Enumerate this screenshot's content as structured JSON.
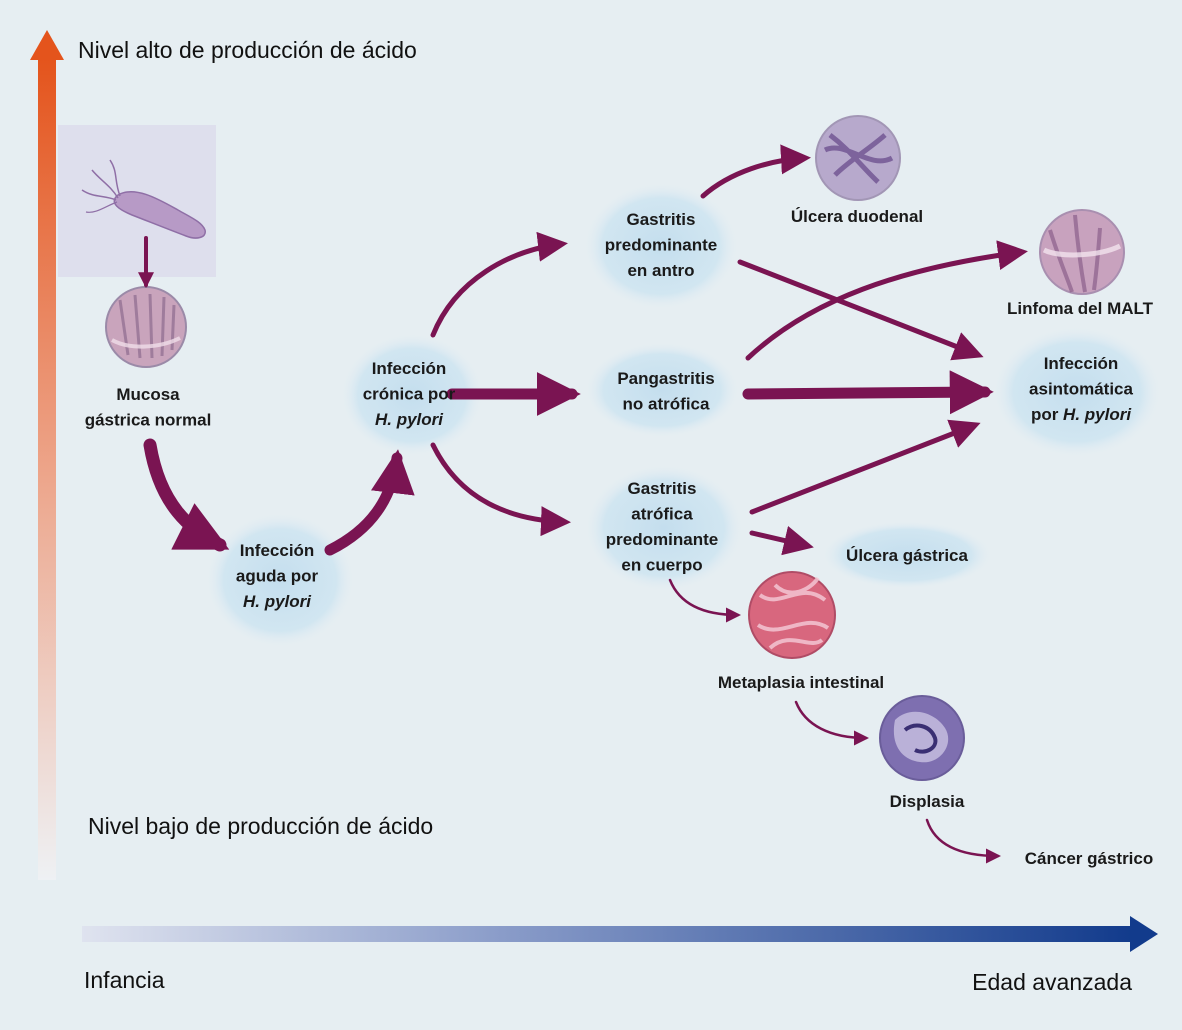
{
  "axes": {
    "y_top_label": "Nivel alto de producción de ácido",
    "y_bottom_label": "Nivel bajo de producción de ácido",
    "x_left_label": "Infancia",
    "x_right_label": "Edad avanzada"
  },
  "nodes": {
    "mucosa": [
      "Mucosa",
      "gástrica normal"
    ],
    "aguda": [
      "Infección",
      "aguda por",
      "H. pylori"
    ],
    "cronica": [
      "Infección",
      "crónica por",
      "H. pylori"
    ],
    "antro": [
      "Gastritis",
      "predominante",
      "en antro"
    ],
    "pangastritis": [
      "Pangastritis",
      "no atrófica"
    ],
    "atrofica": [
      "Gastritis",
      "atrófica",
      "predominante",
      "en cuerpo"
    ],
    "ulcera_duodenal": [
      "Úlcera duodenal"
    ],
    "linfoma": [
      "Linfoma del MALT"
    ],
    "asintomatica": [
      "Infección",
      "asintomática",
      "por H. pylori"
    ],
    "ulcera_gastrica": [
      "Úlcera gástrica"
    ],
    "metaplasia": [
      "Metaplasia intestinal"
    ],
    "displasia": [
      "Displasia"
    ],
    "cancer": [
      "Cáncer gástrico"
    ]
  },
  "colors": {
    "arrow": "#7a1452",
    "bubble": "#c9e1ef",
    "y_axis_top": "#e4541c",
    "x_axis_right": "#123b8c",
    "background": "#e6eef2"
  },
  "icons": {
    "bacterium": "helicobacter-bacterium-icon",
    "histology": "histology-micrograph-icon"
  }
}
